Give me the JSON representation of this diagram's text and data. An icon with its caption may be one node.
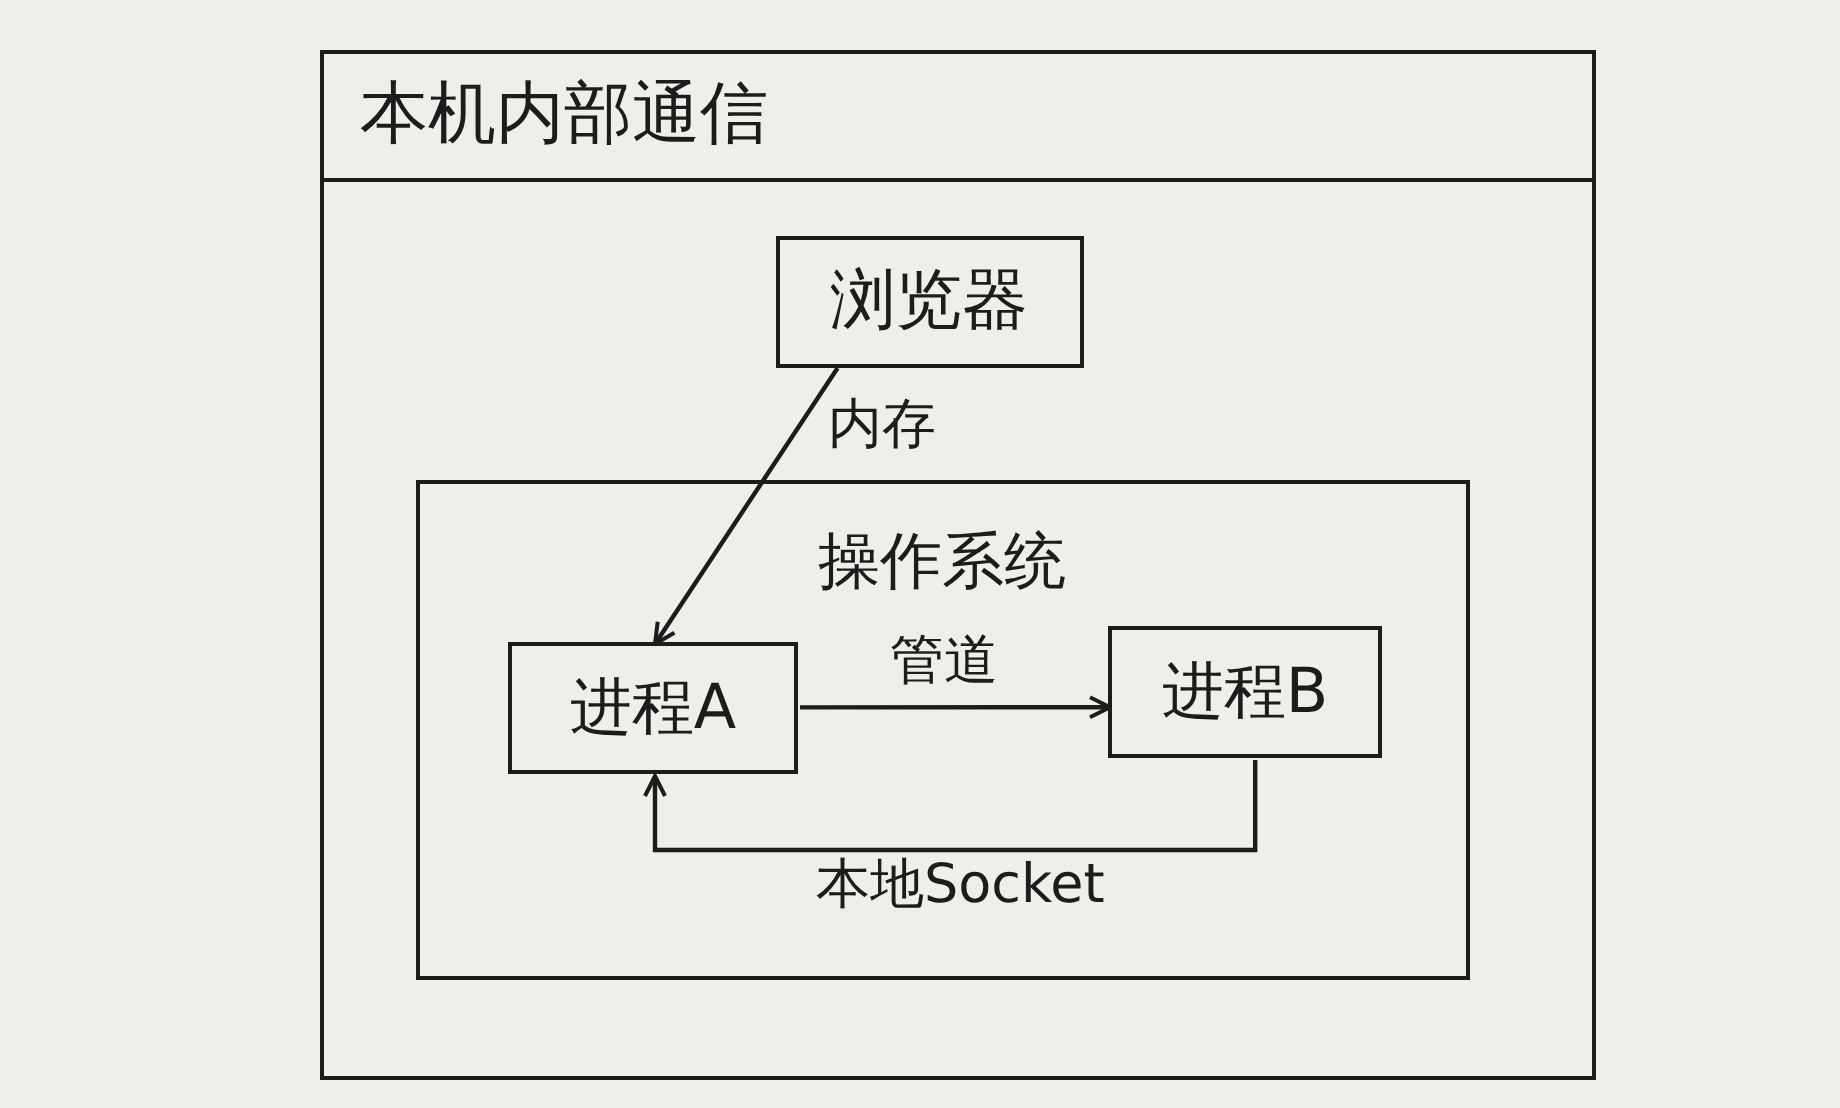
{
  "diagram": {
    "nodes": [
      {
        "text": [
          "本机内部通信"
        ]
      },
      {
        "text": [
          "浏览器"
        ],
        "in": 0
      },
      {
        "text": [
          "操作系统"
        ],
        "in": 0
      },
      {
        "text": [
          "进程A"
        ],
        "in": 2
      },
      {
        "text": [
          "进程B"
        ],
        "in": 2
      }
    ],
    "edges": [
      {
        "from": 1,
        "to": 3,
        "arrow": "to",
        "label": "内存"
      },
      {
        "from": 3,
        "to": 4,
        "arrow": "to",
        "label": "管道"
      },
      {
        "from": 4,
        "to": 3,
        "arrow": "to",
        "label": "本地Socket"
      }
    ]
  }
}
